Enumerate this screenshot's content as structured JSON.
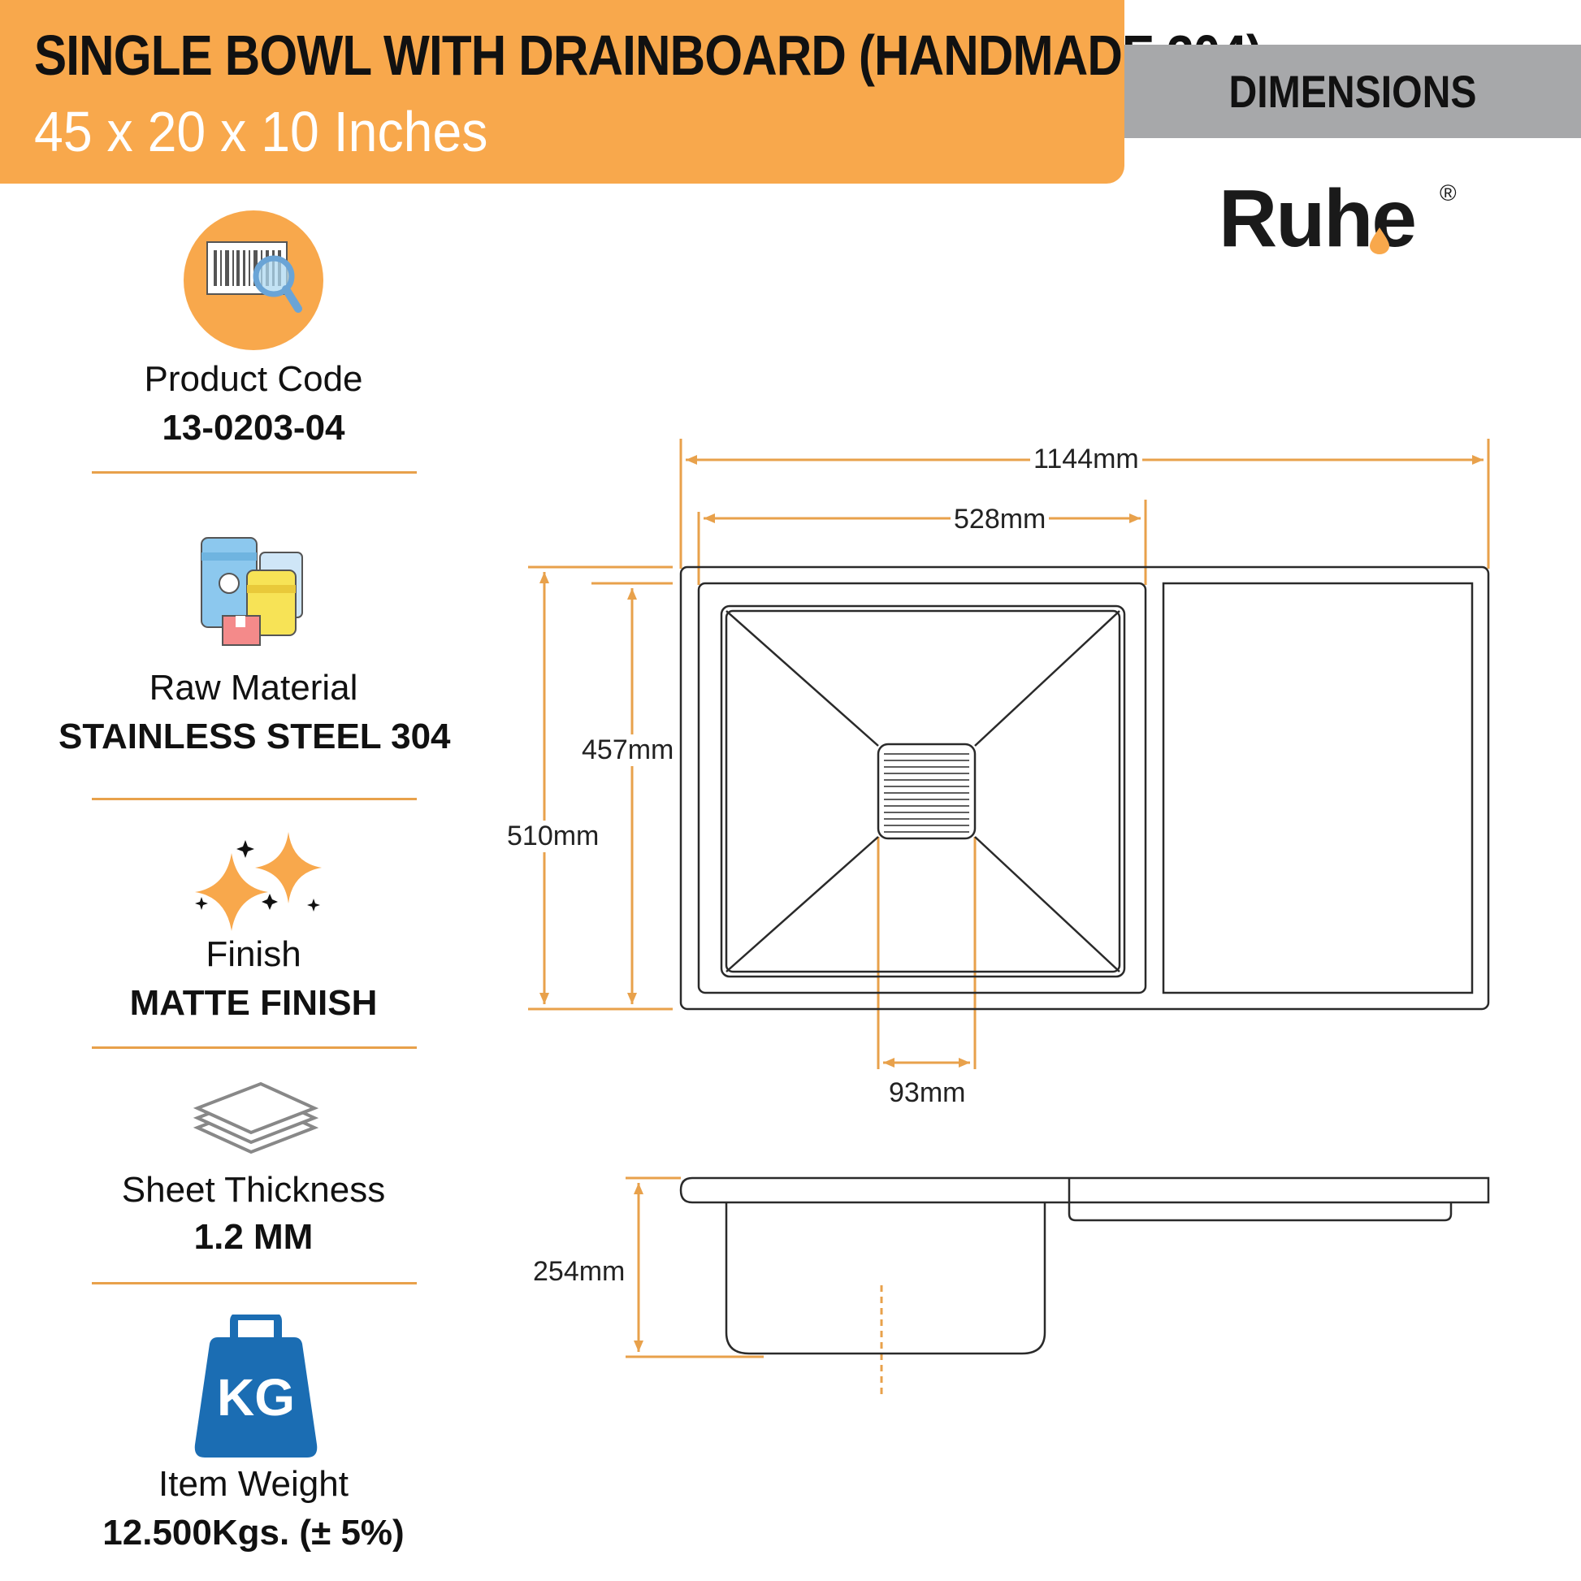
{
  "header": {
    "title": "SINGLE BOWL WITH DRAINBOARD (HANDMADE 304)",
    "subtitle": "45 x 20 x 10 Inches",
    "dimensions_tab": "DIMENSIONS"
  },
  "brand": {
    "name": "Ruhe",
    "registered": "®"
  },
  "specs": [
    {
      "label": "Product Code",
      "value": "13-0203-04",
      "icon": "barcode-magnifier-icon"
    },
    {
      "label": "Raw Material",
      "value": "STAINLESS STEEL 304",
      "icon": "material-barrels-icon"
    },
    {
      "label": "Finish",
      "value": "MATTE FINISH",
      "icon": "sparkle-icon"
    },
    {
      "label": "Sheet Thickness",
      "value": "1.2 MM",
      "icon": "stacked-sheets-icon"
    },
    {
      "label": "Item Weight",
      "value": "12.500Kgs. (± 5%)",
      "icon": "kg-weight-icon",
      "icon_text": "KG"
    }
  ],
  "dimensions": {
    "overall_length": "1144mm",
    "bowl_length": "528mm",
    "bowl_width": "457mm",
    "overall_width": "510mm",
    "drain_width": "93mm",
    "depth": "254mm"
  },
  "colors": {
    "accent_orange": "#f8a84c",
    "dimension_line": "#e8a14b",
    "tab_gray": "#a7a8aa",
    "kg_blue": "#1b6db3"
  }
}
